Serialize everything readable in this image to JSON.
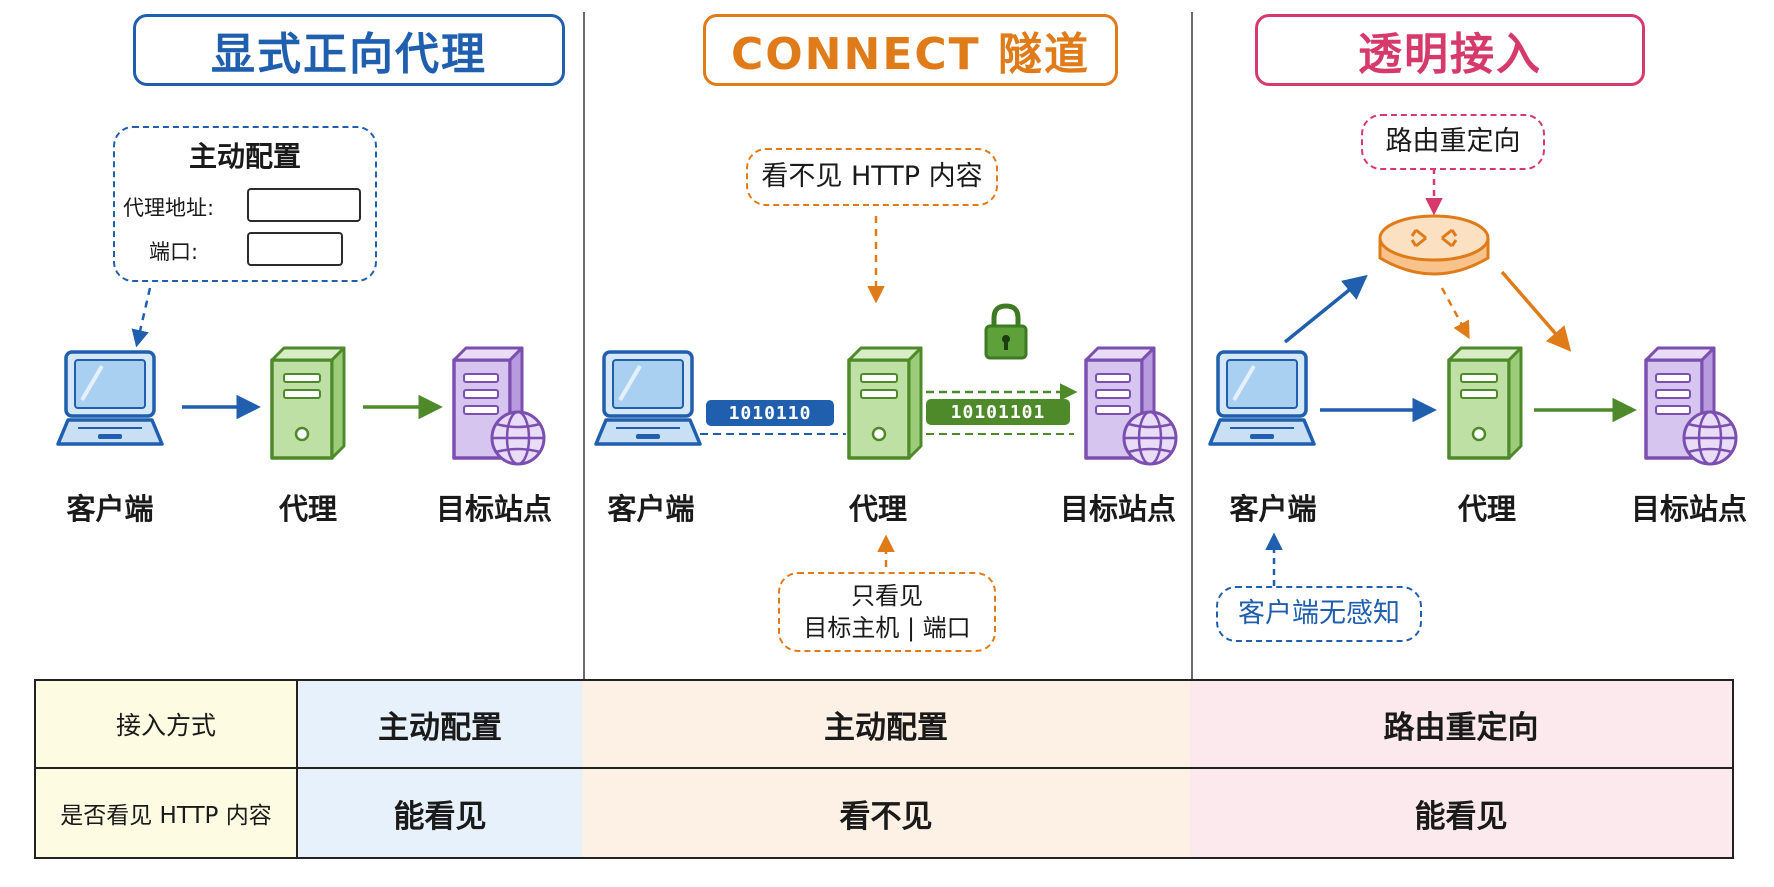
{
  "colors": {
    "blue": "#1f5fae",
    "orange": "#e07b1a",
    "pink": "#d63a6c",
    "green": "#4e8a2a",
    "purple": "#7b4fb0",
    "table_yellow": "#fdfbe2",
    "table_blue": "#e7f1fb",
    "table_orange": "#fdf0e4",
    "table_pink": "#fce9ee"
  },
  "panels": {
    "explicit": {
      "title": "显式正向代理",
      "config_note": {
        "title": "主动配置",
        "field1_label": "代理地址:",
        "field2_label": "端口:"
      },
      "nodes": {
        "client": "客户端",
        "proxy": "代理",
        "target": "目标站点"
      }
    },
    "connect": {
      "title": "CONNECT 隧道",
      "top_note": "看不见 HTTP 内容",
      "bottom_note_line1": "只看见",
      "bottom_note_line2": "目标主机 | 端口",
      "bits_left": "1010110",
      "bits_right": "10101101",
      "nodes": {
        "client": "客户端",
        "proxy": "代理",
        "target": "目标站点"
      },
      "icons": [
        "padlock-icon",
        "laptop-icon",
        "server-icon",
        "globe-icon"
      ]
    },
    "transparent": {
      "title": "透明接入",
      "router_note": "路由重定向",
      "client_note": "客户端无感知",
      "nodes": {
        "client": "客户端",
        "proxy": "代理",
        "target": "目标站点"
      },
      "icons": [
        "router-icon"
      ]
    }
  },
  "table": {
    "rows": [
      {
        "header": "接入方式",
        "explicit": "主动配置",
        "connect": "主动配置",
        "transparent": "路由重定向"
      },
      {
        "header": "是否看见 HTTP 内容",
        "explicit": "能看见",
        "connect": "看不见",
        "transparent": "能看见"
      }
    ]
  }
}
